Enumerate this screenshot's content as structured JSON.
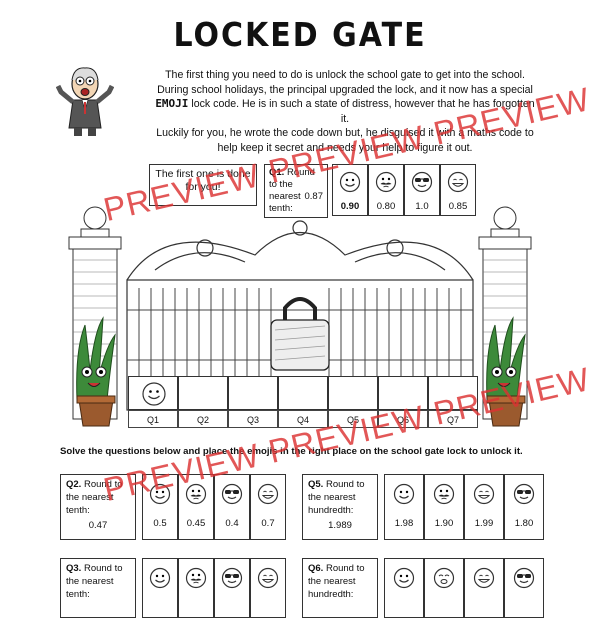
{
  "title": "LOCKED GATE",
  "intro": {
    "line1": "The first thing you need to do is unlock the school gate to get into the school.",
    "line2": "During school holidays, the principal upgraded the lock, and it now has a special",
    "emoji_word": "EMOJI",
    "line3": " lock code. He is in such a state of distress, however that he has forgotten it.",
    "line4": "Luckily for you, he wrote the code down but, he disguised it with a maths code to",
    "line5": "help keep it secret and needs your help to figure it out."
  },
  "hint_box": "The first one is done for you!",
  "q1": {
    "label": "Q1.",
    "text": "Round to the nearest tenth:",
    "number": "0.87",
    "options": [
      {
        "value": "0.90",
        "emoji": "smile-icon",
        "bold": true
      },
      {
        "value": "0.80",
        "emoji": "mustache-icon",
        "bold": false
      },
      {
        "value": "1.0",
        "emoji": "sunglasses-icon",
        "bold": false
      },
      {
        "value": "0.85",
        "emoji": "grin-icon",
        "bold": false
      }
    ]
  },
  "lock_slots": [
    "Q1",
    "Q2",
    "Q3",
    "Q4",
    "Q5",
    "Q6",
    "Q7"
  ],
  "instruction": "Solve the questions below and place the emojis in the right place on the school gate lock to unlock it.",
  "questions": [
    {
      "label": "Q2.",
      "text_a": "Round to",
      "text_b": "the nearest",
      "text_c": "tenth:",
      "number": "0.47",
      "options": [
        {
          "value": "0.5",
          "emoji": "smile-icon"
        },
        {
          "value": "0.45",
          "emoji": "mustache-icon"
        },
        {
          "value": "0.4",
          "emoji": "sunglasses-icon"
        },
        {
          "value": "0.7",
          "emoji": "grin-icon"
        }
      ]
    },
    {
      "label": "Q5.",
      "text_a": "Round to",
      "text_b": "the nearest",
      "text_c": "hundredth:",
      "number": "1.989",
      "options": [
        {
          "value": "1.98",
          "emoji": "smile-icon"
        },
        {
          "value": "1.90",
          "emoji": "mustache-icon"
        },
        {
          "value": "1.99",
          "emoji": "grin-icon"
        },
        {
          "value": "1.80",
          "emoji": "sunglasses-icon"
        }
      ]
    },
    {
      "label": "Q3.",
      "text_a": "Round to",
      "text_b": "the nearest",
      "text_c": "tenth:",
      "number": "",
      "options": [
        {
          "value": "",
          "emoji": "smile-icon"
        },
        {
          "value": "",
          "emoji": "mustache-icon"
        },
        {
          "value": "",
          "emoji": "sunglasses-icon"
        },
        {
          "value": "",
          "emoji": "grin-icon"
        }
      ]
    },
    {
      "label": "Q6.",
      "text_a": "Round to",
      "text_b": "the nearest",
      "text_c": "hundredth:",
      "number": "",
      "options": [
        {
          "value": "",
          "emoji": "smile-icon"
        },
        {
          "value": "",
          "emoji": "wink-icon"
        },
        {
          "value": "",
          "emoji": "grin-icon"
        },
        {
          "value": "",
          "emoji": "sunglasses-icon"
        }
      ]
    }
  ],
  "watermark": [
    "PREVIEW PREVIEW PREVIEW",
    "PREVIEW PREVIEW PREVIEW"
  ],
  "colors": {
    "watermark": "#dc3232",
    "ink": "#111111"
  }
}
